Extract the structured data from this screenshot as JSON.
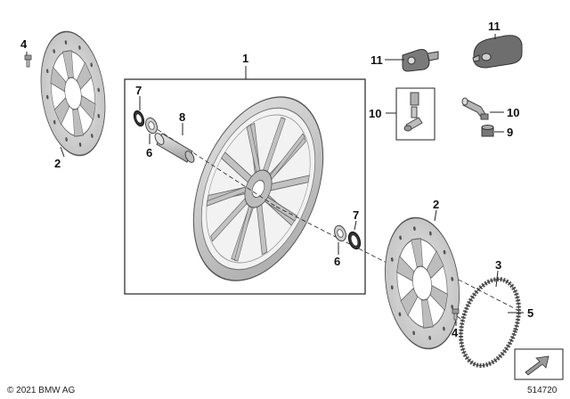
{
  "diagram": {
    "labels": {
      "wheel": "1",
      "disc_left": "2",
      "disc_right": "2",
      "abs_ring": "3",
      "screw_left": "4",
      "screw_right": "4",
      "screw_ring": "5",
      "bearing_left": "6",
      "bearing_right": "6",
      "seal_left": "7",
      "seal_right": "7",
      "spacer": "8",
      "cap": "9",
      "valve_top": "10",
      "valve_right": "10",
      "sensor_left": "11",
      "sensor_top": "11"
    },
    "copyright": "© 2021 BMW AG",
    "diagram_number": "514720"
  },
  "colors": {
    "metal_light": "#d4d4d4",
    "metal_mid": "#b4b4b4",
    "metal_dark": "#7a7a7a",
    "line": "#222222"
  }
}
